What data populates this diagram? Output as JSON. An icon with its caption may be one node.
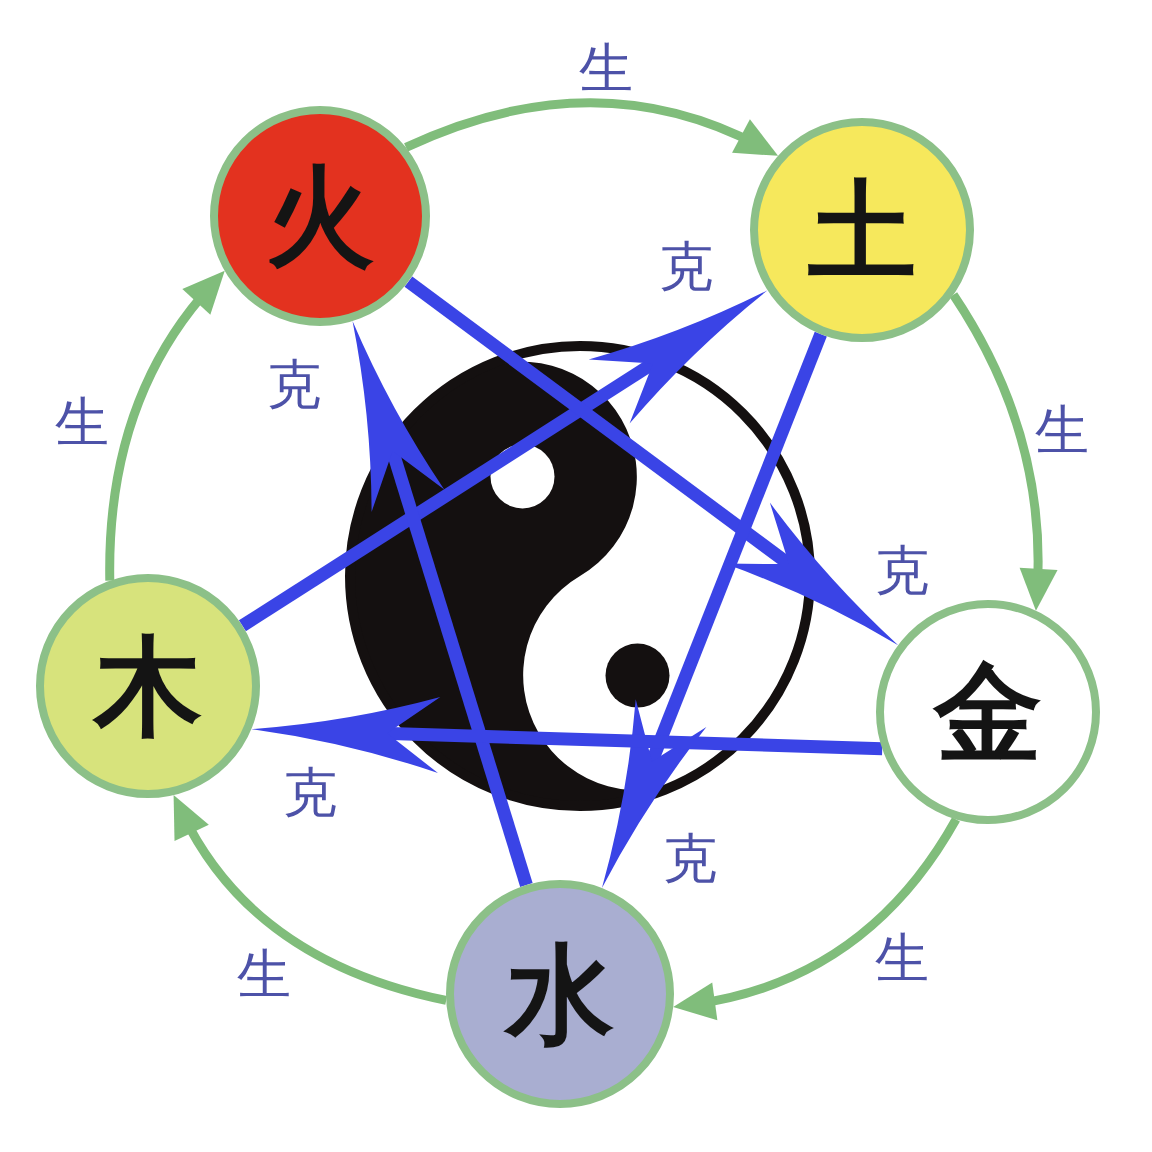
{
  "diagram": {
    "nodes": [
      {
        "text": [
          "火"
        ]
      },
      {
        "text": [
          "土"
        ]
      },
      {
        "text": [
          "木"
        ]
      },
      {
        "text": [
          "金"
        ]
      },
      {
        "text": [
          "水"
        ]
      }
    ],
    "edges": [
      {
        "from": 0,
        "to": 1,
        "arrow": "to",
        "label": "生",
        "color": "#80bd7b"
      },
      {
        "from": 1,
        "to": 3,
        "arrow": "to",
        "label": "生",
        "color": "#80bd7b"
      },
      {
        "from": 3,
        "to": 4,
        "arrow": "to",
        "label": "生",
        "color": "#80bd7b"
      },
      {
        "from": 4,
        "to": 2,
        "arrow": "to",
        "label": "生",
        "color": "#80bd7b"
      },
      {
        "from": 2,
        "to": 0,
        "arrow": "to",
        "label": "生",
        "color": "#80bd7b"
      },
      {
        "from": 2,
        "to": 1,
        "arrow": "to",
        "label": "克",
        "color": "#3a44e6"
      },
      {
        "from": 4,
        "to": 0,
        "arrow": "to",
        "label": "克",
        "color": "#3a44e6"
      },
      {
        "from": 0,
        "to": 3,
        "arrow": "to",
        "label": "克",
        "color": "#3a44e6"
      },
      {
        "from": 1,
        "to": 4,
        "arrow": "to",
        "label": "克",
        "color": "#3a44e6"
      },
      {
        "from": 3,
        "to": 2,
        "arrow": "to",
        "label": "克",
        "color": "#3a44e6"
      }
    ]
  }
}
